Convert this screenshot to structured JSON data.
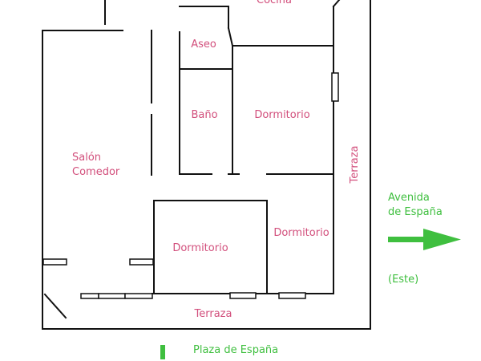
{
  "rooms": {
    "cocina": "Cocina",
    "aseo": "Aseo",
    "bano": "Baño",
    "dormitorio_1": "Dormitorio",
    "salon_line1": "Salón",
    "salon_line2": "Comedor",
    "dormitorio_2": "Dormitorio",
    "dormitorio_3": "Dormitorio",
    "terraza_bottom": "Terraza",
    "terraza_right": "Terraza"
  },
  "annotations": {
    "avenida_line1": "Avenida",
    "avenida_line2": "de España",
    "este": "(Este)",
    "plaza": "Plaza de España"
  },
  "colors": {
    "walls": "#111111",
    "room_labels": "#d24f7c",
    "annotations": "#3fbf3f"
  },
  "icons": {
    "east_arrow": "arrow-right-icon",
    "south_marker": "bar-marker-icon"
  }
}
